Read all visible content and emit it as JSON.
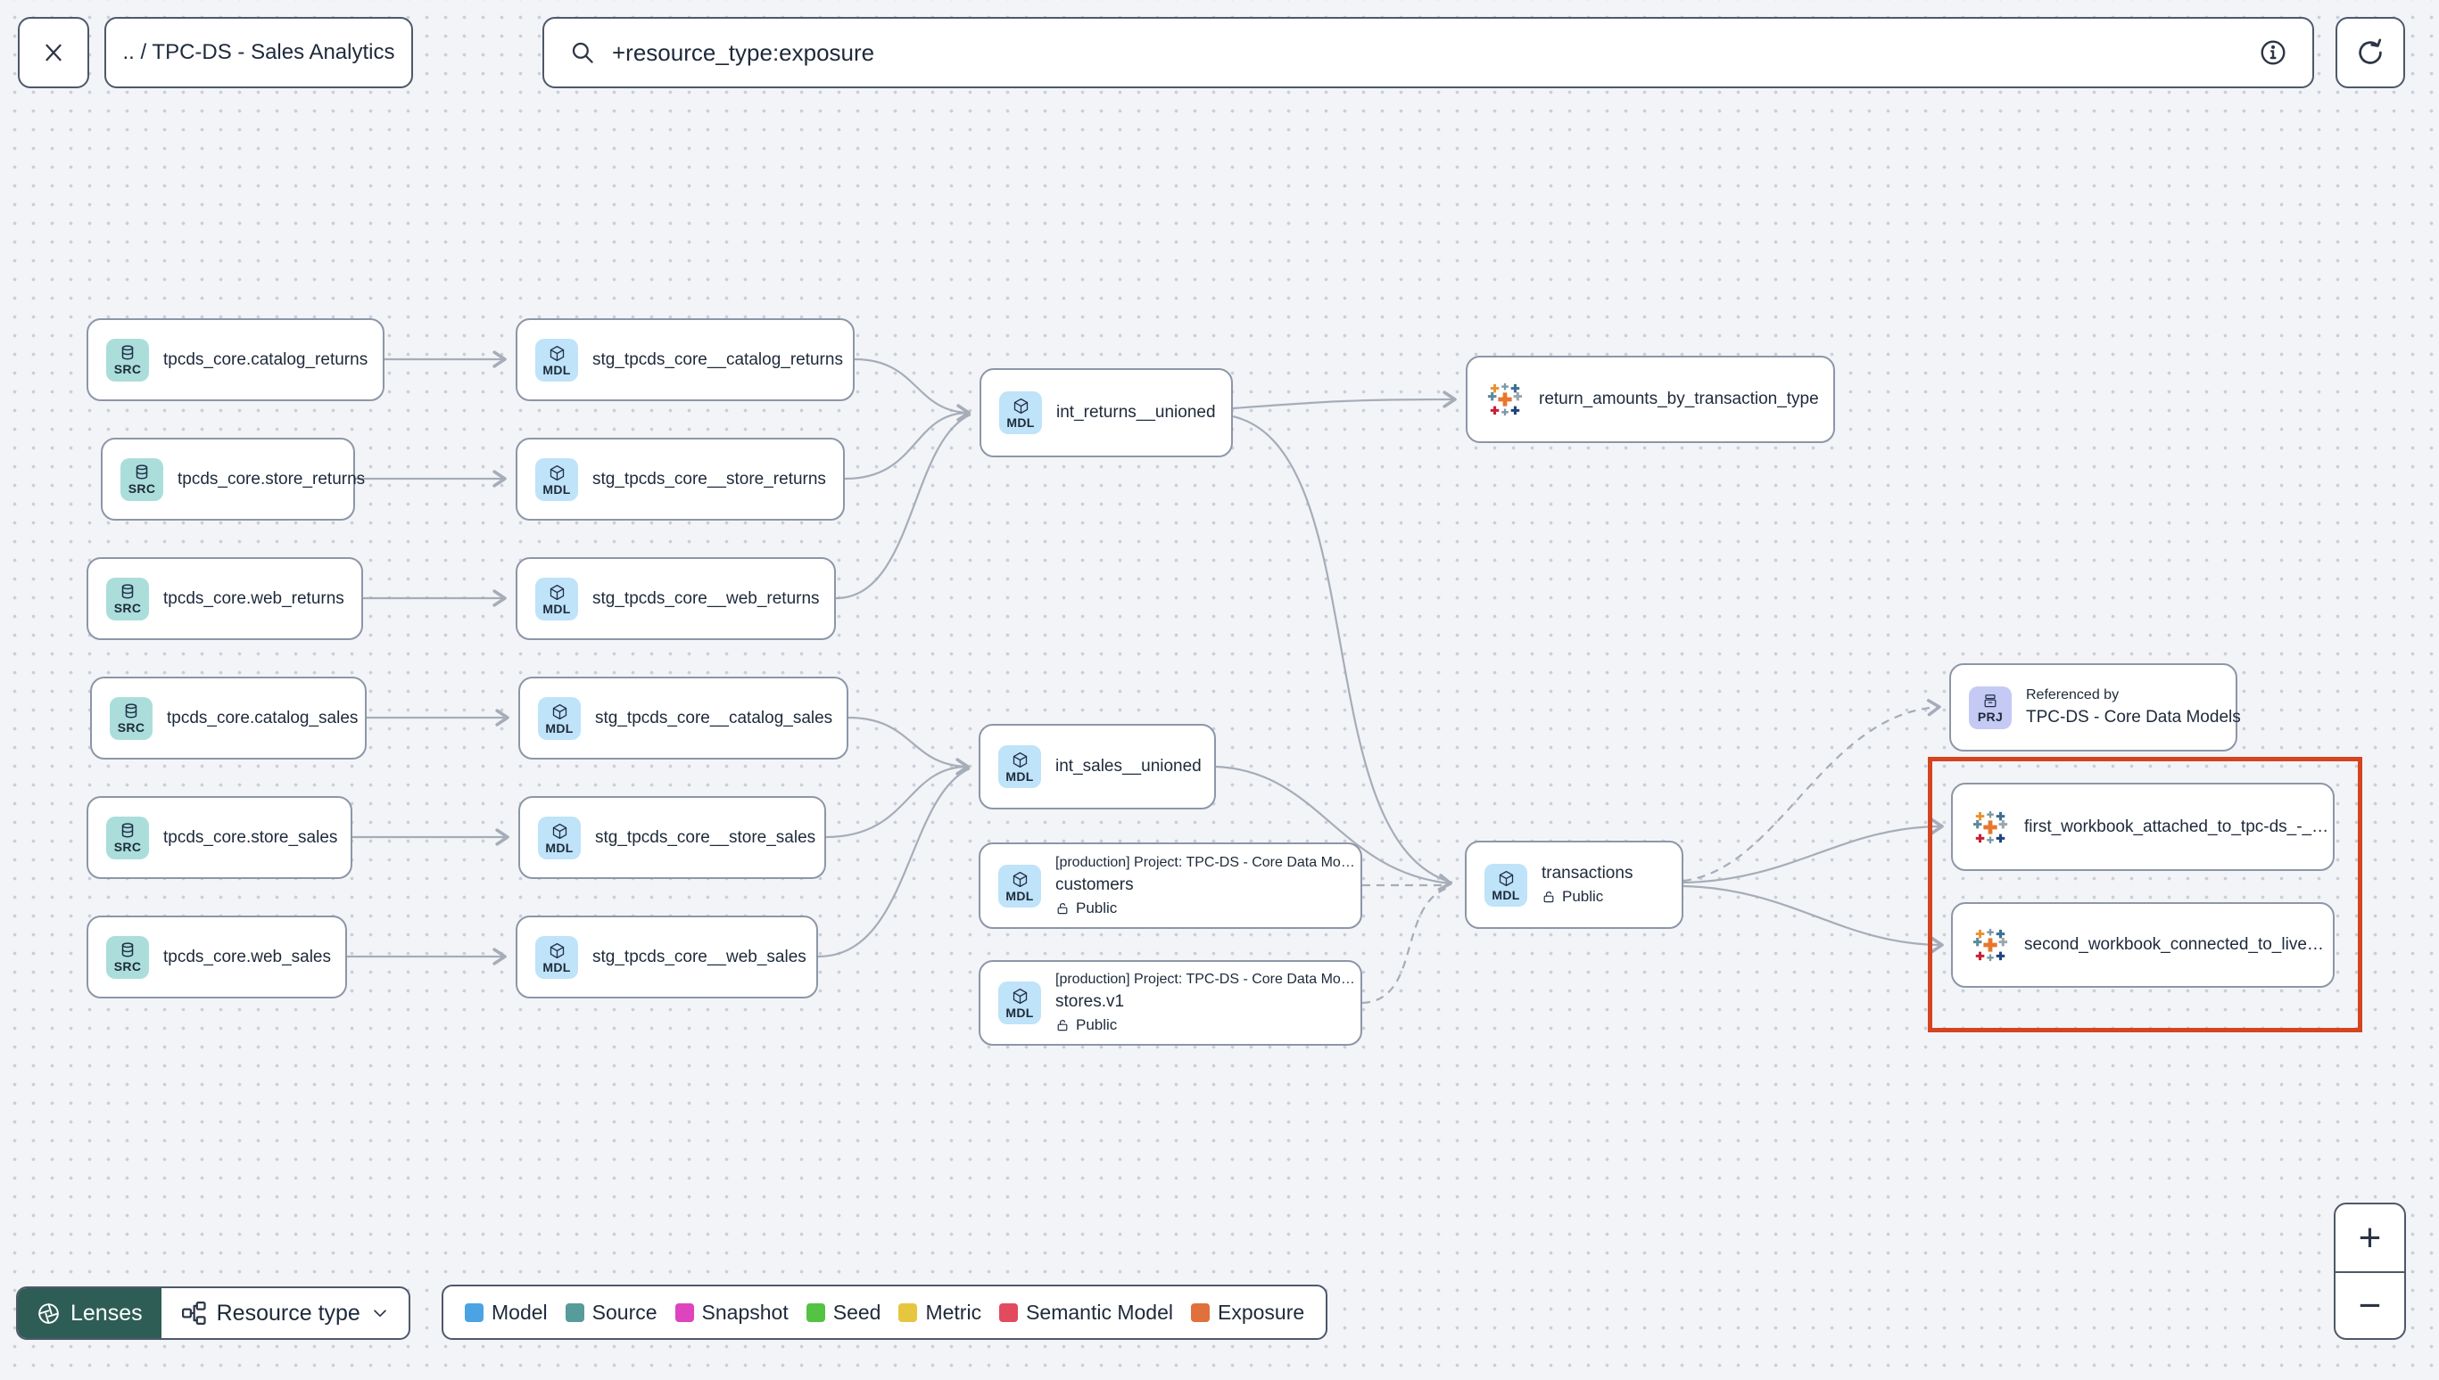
{
  "header": {
    "breadcrumb": ".. / TPC-DS - Sales Analytics",
    "search_value": "+resource_type:exposure"
  },
  "colors": {
    "canvas-bg": "#f2f4f7",
    "dot": "#c9cfd9",
    "text": "#1e2a3a",
    "node-border": "#8d96a7",
    "button-border": "#4e586a",
    "edge": "#a6adb9",
    "model-icon-bg": "#bfe3f8",
    "source-icon-bg": "#abdedb",
    "project-icon-bg": "#c5caf4",
    "lenses-bg": "#2e5d55",
    "highlight": "#d6431f"
  },
  "nodes": [
    {
      "badge": "SRC",
      "title": "tpcds_core.catalog_returns"
    },
    {
      "badge": "SRC",
      "title": "tpcds_core.store_returns"
    },
    {
      "badge": "SRC",
      "title": "tpcds_core.web_returns"
    },
    {
      "badge": "SRC",
      "title": "tpcds_core.catalog_sales"
    },
    {
      "badge": "SRC",
      "title": "tpcds_core.store_sales"
    },
    {
      "badge": "SRC",
      "title": "tpcds_core.web_sales"
    },
    {
      "badge": "MDL",
      "title": "stg_tpcds_core__catalog_returns"
    },
    {
      "badge": "MDL",
      "title": "stg_tpcds_core__store_returns"
    },
    {
      "badge": "MDL",
      "title": "stg_tpcds_core__web_returns"
    },
    {
      "badge": "MDL",
      "title": "stg_tpcds_core__catalog_sales"
    },
    {
      "badge": "MDL",
      "title": "stg_tpcds_core__store_sales"
    },
    {
      "badge": "MDL",
      "title": "stg_tpcds_core__web_sales"
    },
    {
      "badge": "MDL",
      "title": "int_returns__unioned"
    },
    {
      "badge": "MDL",
      "title": "int_sales__unioned"
    },
    {
      "badge": "MDL",
      "project": "[production] Project: TPC-DS - Core Data Mo…",
      "title": "customers",
      "visibility": "Public"
    },
    {
      "badge": "MDL",
      "project": "[production] Project: TPC-DS - Core Data Mo…",
      "title": "stores.v1",
      "visibility": "Public"
    },
    {
      "badge": "MDL",
      "title": "transactions",
      "visibility": "Public"
    },
    {
      "icon": "tableau",
      "title": "return_amounts_by_transaction_type"
    },
    {
      "badge": "PRJ",
      "subtitle": "Referenced by",
      "title": "TPC-DS - Core Data Models"
    },
    {
      "icon": "tableau",
      "title": "first_workbook_attached_to_tpc-ds_-_…"
    },
    {
      "icon": "tableau",
      "title": "second_workbook_connected_to_live…"
    }
  ],
  "footer": {
    "lenses_label": "Lenses",
    "resource_type_label": "Resource type"
  },
  "legend": {
    "items": [
      {
        "label": "Model",
        "color": "#4BA3E3"
      },
      {
        "label": "Source",
        "color": "#579B9B"
      },
      {
        "label": "Snapshot",
        "color": "#DE44BE"
      },
      {
        "label": "Seed",
        "color": "#54C242"
      },
      {
        "label": "Metric",
        "color": "#E7C63F"
      },
      {
        "label": "Semantic Model",
        "color": "#E24A5F"
      },
      {
        "label": "Exposure",
        "color": "#E0703C"
      }
    ]
  },
  "zoom_controls": {
    "zoom_in": "+",
    "zoom_out": "−"
  }
}
